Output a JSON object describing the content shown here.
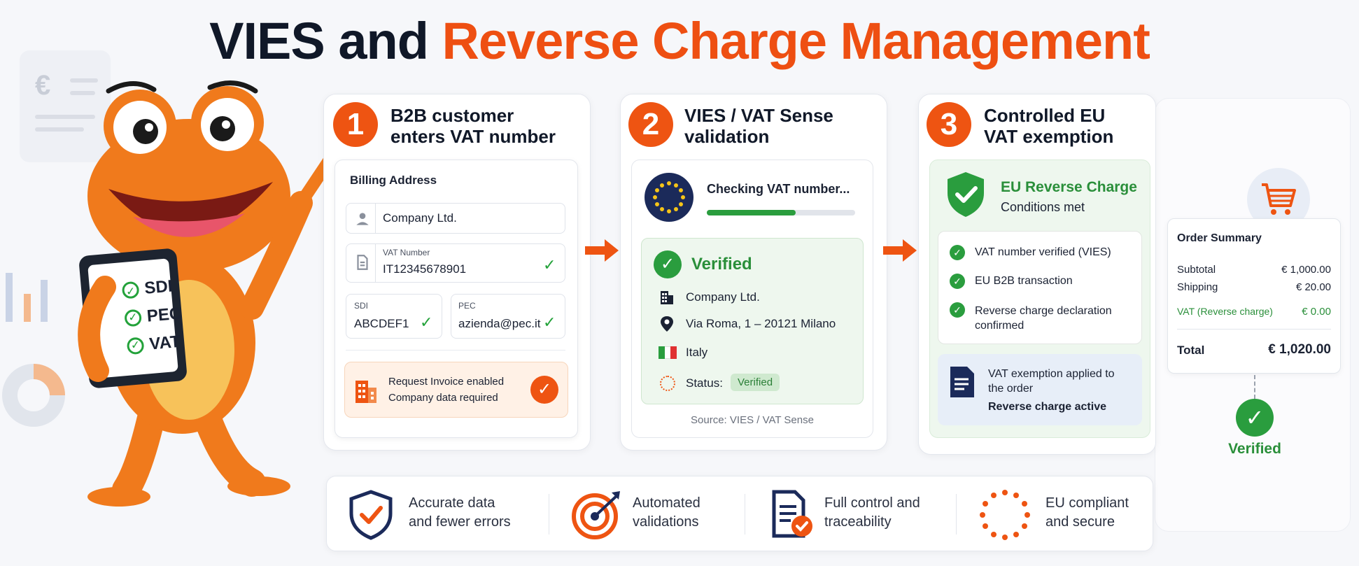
{
  "title": {
    "part1": "VIES and ",
    "part2": "Reverse Charge Management"
  },
  "colors": {
    "accent": "#ee5412",
    "green": "#2a9d3e",
    "dark": "#101828"
  },
  "step1": {
    "number": "1",
    "title": "B2B customer\nenters VAT number",
    "billing_label": "Billing Address",
    "company_value": "Company Ltd.",
    "vat_label": "VAT Number",
    "vat_value": "IT12345678901",
    "sdi_label": "SDI",
    "sdi_value": "ABCDEF1",
    "pec_label": "PEC",
    "pec_value": "azienda@pec.it",
    "notice_line1": "Request Invoice enabled",
    "notice_line2": "Company data required"
  },
  "step2": {
    "number": "2",
    "title": "VIES / VAT Sense\nvalidation",
    "checking_text": "Checking VAT number...",
    "progress": 0.6,
    "verified_label": "Verified",
    "company": "Company Ltd.",
    "address": "Via Roma, 1 – 20121 Milano",
    "country": "Italy",
    "status_label": "Status:",
    "status_badge": "Verified",
    "source": "Source: VIES / VAT Sense"
  },
  "step3": {
    "number": "3",
    "title": "Controlled EU\nVAT exemption",
    "rc_title": "EU Reverse Charge",
    "rc_sub": "Conditions met",
    "checks": [
      "VAT number verified (VIES)",
      "EU B2B transaction",
      "Reverse charge declaration\nconfirmed"
    ],
    "exemption_line1": "VAT exemption applied to\nthe order",
    "exemption_line2": "Reverse charge active"
  },
  "order": {
    "title": "Order Summary",
    "subtotal_label": "Subtotal",
    "subtotal_value": "€ 1,000.00",
    "shipping_label": "Shipping",
    "shipping_value": "€ 20.00",
    "vat_label": "VAT (Reverse charge)",
    "vat_value": "€ 0.00",
    "total_label": "Total",
    "total_value": "€ 1,020.00",
    "verified_label": "Verified"
  },
  "frog_tablet": [
    "SDI",
    "PEC",
    "VAT"
  ],
  "features": [
    {
      "icon": "shield-check-icon",
      "text": "Accurate data\nand fewer errors"
    },
    {
      "icon": "target-icon",
      "text": "Automated\nvalidations"
    },
    {
      "icon": "document-check-icon",
      "text": "Full control and\ntraceability"
    },
    {
      "icon": "eu-stars-icon",
      "text": "EU compliant\nand secure"
    }
  ]
}
